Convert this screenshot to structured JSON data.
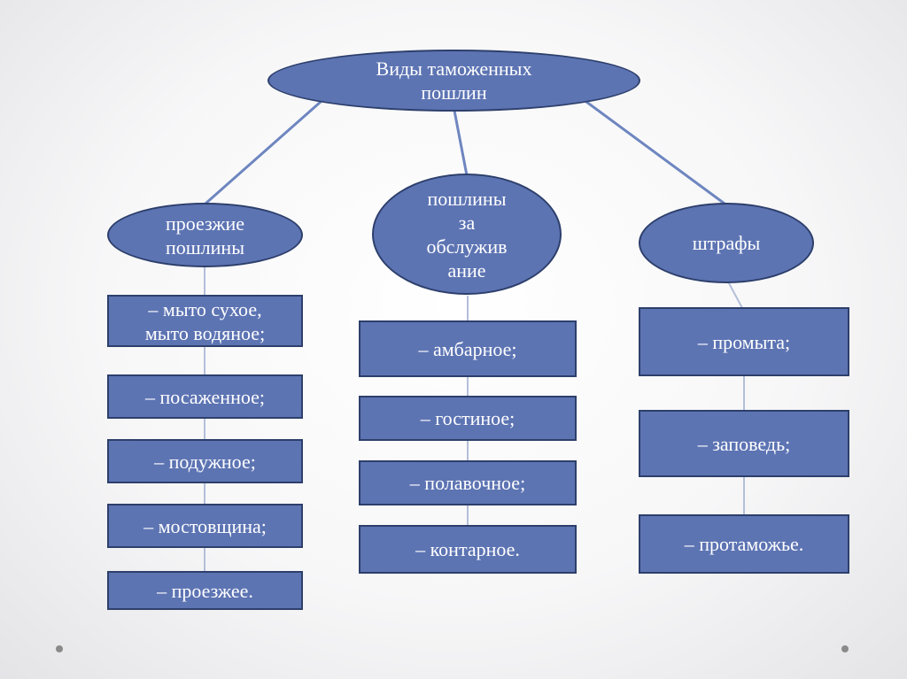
{
  "root": {
    "line1": "Виды таможенных",
    "line2": "пошлин"
  },
  "categories": [
    {
      "lines": [
        "проезжие",
        "пошлины"
      ],
      "items": [
        [
          "– мыто сухое,",
          "мыто водяное;"
        ],
        [
          "– посаженное;"
        ],
        [
          "– подужное;"
        ],
        [
          "– мостовщина;"
        ],
        [
          "– проезжее."
        ]
      ]
    },
    {
      "lines": [
        "пошлины",
        "за",
        "обслужив",
        "ание"
      ],
      "items": [
        [
          "– амбарное;"
        ],
        [
          "– гостиное;"
        ],
        [
          "– полавочное;"
        ],
        [
          "– контарное."
        ]
      ]
    },
    {
      "lines": [
        "штрафы"
      ],
      "items": [
        [
          "– промыта;"
        ],
        [
          "– заповедь;"
        ],
        [
          "– протаможье."
        ]
      ]
    }
  ],
  "colors": {
    "fill": "#5d74b3",
    "border": "#2d3f6b",
    "link": "#6e86c0",
    "thin_link": "#b3bfd9",
    "text": "#ffffff"
  }
}
